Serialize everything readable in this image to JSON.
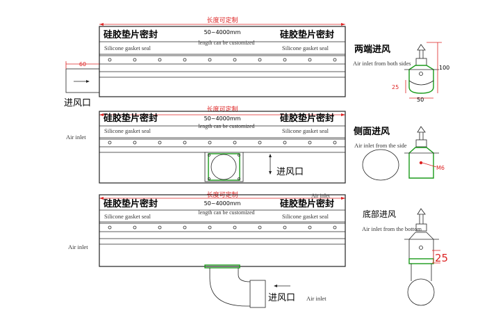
{
  "labels": {
    "gasket_zh": "硅胶垫片密封",
    "gasket_en": "Silicone gasket seal",
    "length_zh": "长度可定制",
    "length_range": "50~4000mm",
    "length_en": "length can be customized",
    "inlet_zh": "进风口",
    "inlet_en": "Air inlet",
    "inlet_en_short": "Air inlet",
    "both_ends_zh": "两端进风",
    "both_ends_en": "Air inlet from both sides",
    "side_zh": "侧面进风",
    "side_en": "Air inlet from the side",
    "bottom_zh": "底部进风",
    "bottom_en": "Air inlet from the bottom"
  },
  "dimensions": {
    "end_inlet_length": "60",
    "height": "100",
    "width": "50",
    "small": "25",
    "thread": "M6",
    "bottom_offset": "25"
  }
}
